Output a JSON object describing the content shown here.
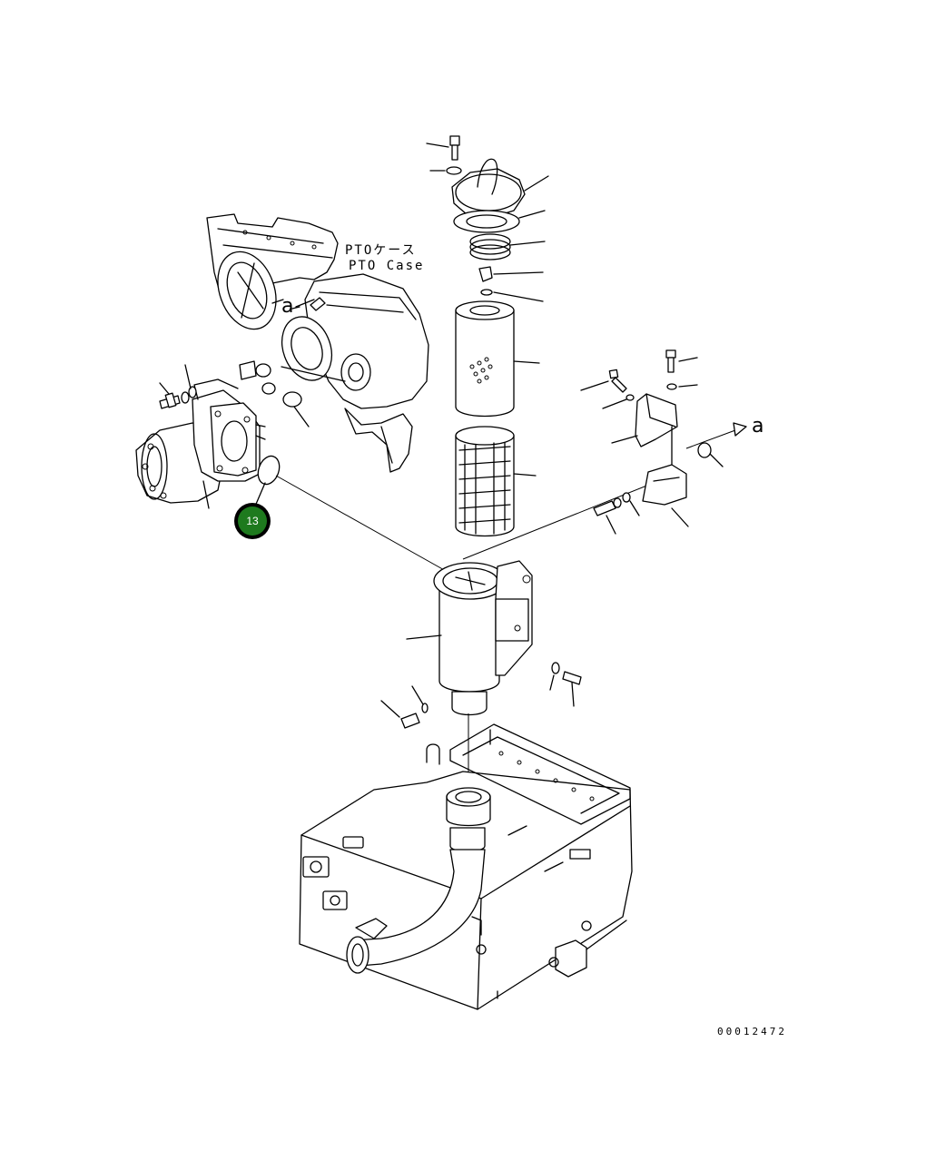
{
  "diagram": {
    "labels": {
      "pto_case_jp": "PTOケース",
      "pto_case_en": "PTO Case",
      "ref_a_left": "a",
      "ref_a_right": "a",
      "drawing_number": "00012472"
    },
    "callouts": [
      {
        "number": "13",
        "color": "#1e7a1e"
      }
    ]
  }
}
